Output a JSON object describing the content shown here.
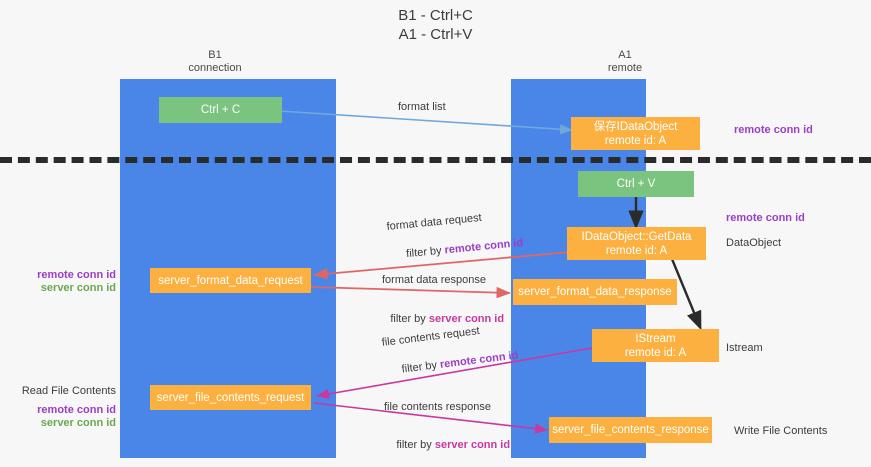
{
  "diagram": {
    "title": "B1 - Ctrl+C\nA1 - Ctrl+V",
    "type": "sequence-flow",
    "columns": [
      {
        "id": "b1",
        "header": "B1\nconnection",
        "color": "#4a86e8"
      },
      {
        "id": "a1",
        "header": "A1\nremote",
        "color": "#4a86e8"
      }
    ],
    "colors": {
      "lane": "#4a86e8",
      "green_node": "#7ac47f",
      "orange_node": "#fbb040",
      "remote_conn_id": "#9b3fc4",
      "server_conn_id_green": "#6aa84f",
      "server_conn_id_magenta": "#c838a0",
      "arrow_blue": "#6fa8dc",
      "arrow_red": "#e06666",
      "arrow_black": "#2b2b2b",
      "arrow_magenta": "#c838a0",
      "separator": "#2b2b2b",
      "text": "#3c3c3c",
      "background": "#f7f7f7"
    },
    "nodes": [
      {
        "id": "ctrl-c",
        "label": "Ctrl + C",
        "sublabel": "",
        "style": "green"
      },
      {
        "id": "save-idataobject",
        "label": "保存IDataObject",
        "sublabel": "remote id: A",
        "style": "orange"
      },
      {
        "id": "ctrl-v",
        "label": "Ctrl + V",
        "sublabel": "",
        "style": "green"
      },
      {
        "id": "idataobject-getdata",
        "label": "IDataObject::GetData",
        "sublabel": "remote id: A",
        "style": "orange"
      },
      {
        "id": "server-format-data-request",
        "label": "server_format_data_request",
        "sublabel": "",
        "style": "orange"
      },
      {
        "id": "server-format-data-response",
        "label": "server_format_data_response",
        "sublabel": "",
        "style": "orange"
      },
      {
        "id": "istream",
        "label": "IStream",
        "sublabel": "remote id: A",
        "style": "orange"
      },
      {
        "id": "server-file-contents-request",
        "label": "server_file_contents_request",
        "sublabel": "",
        "style": "orange"
      },
      {
        "id": "server-file-contents-response",
        "label": "server_file_contents_response",
        "sublabel": "",
        "style": "orange"
      }
    ],
    "edge_labels": [
      {
        "id": "format-list",
        "line1": "format list",
        "line2": "",
        "line2_key": ""
      },
      {
        "id": "format-data-request",
        "line1": "format data request",
        "line2": "filter by ",
        "line2_key": "remote conn id"
      },
      {
        "id": "format-data-response",
        "line1": "format data response",
        "line2": "filter by ",
        "line2_key": "server conn id"
      },
      {
        "id": "file-contents-request",
        "line1": "file contents request",
        "line2": "filter by ",
        "line2_key": "remote conn id"
      },
      {
        "id": "file-contents-response",
        "line1": "file contents response",
        "line2": "filter by ",
        "line2_key": "server conn id"
      }
    ],
    "annotations": {
      "right_top_remote_conn_id": "remote conn id",
      "right_mid_remote_conn_id": "remote conn id",
      "right_dataobject": "DataObject",
      "right_istream": "Istream",
      "right_write_file_contents": "Write File Contents",
      "left_remote_conn_id": "remote conn id",
      "left_server_conn_id": "server conn id",
      "left_read_file_contents": "Read File Contents",
      "left_remote_conn_id_2": "remote conn id",
      "left_server_conn_id_2": "server conn id",
      "filter_by": "filter by "
    }
  }
}
